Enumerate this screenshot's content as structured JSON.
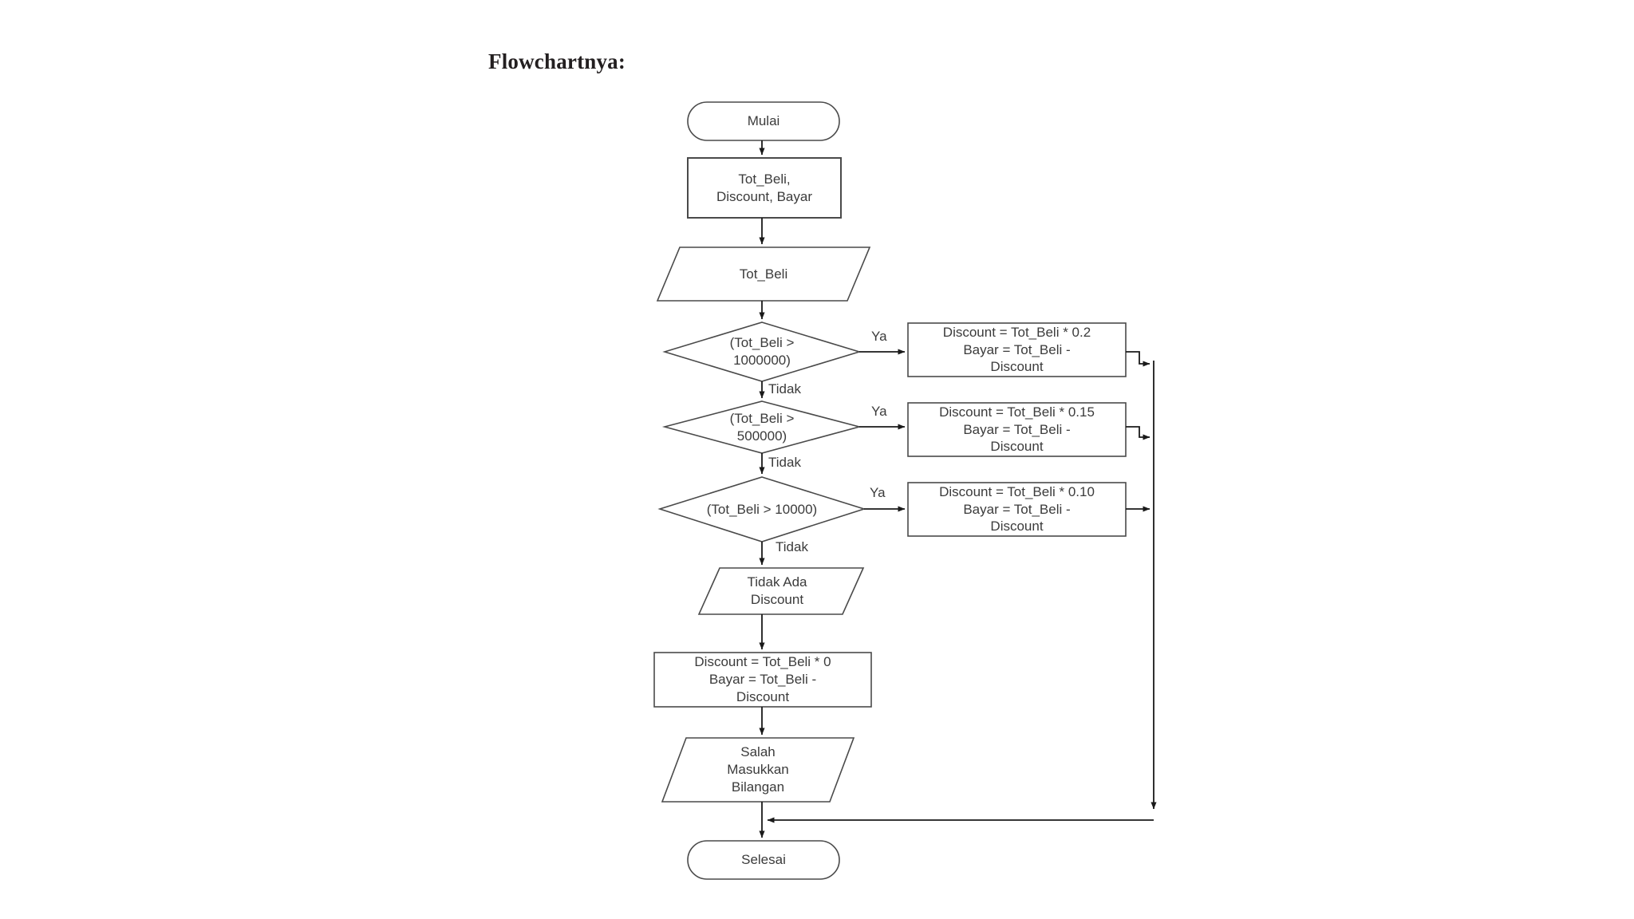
{
  "page": {
    "title": "Flowchartnya:",
    "background_color": "#ffffff",
    "stroke_color": "#4a4a4a",
    "text_color": "#3b3b3b"
  },
  "flowchart": {
    "nodes": {
      "start": {
        "shape": "terminator",
        "text": "Mulai"
      },
      "declare": {
        "shape": "process",
        "text": "Tot_Beli,\nDiscount, Bayar"
      },
      "input_totbeli": {
        "shape": "io-parallelogram",
        "text": "Tot_Beli"
      },
      "decision1": {
        "shape": "decision",
        "text": "(Tot_Beli >\n1000000)"
      },
      "decision2": {
        "shape": "decision",
        "text": "(Tot_Beli >\n500000)"
      },
      "decision3": {
        "shape": "decision",
        "text": "(Tot_Beli > 10000)"
      },
      "process1": {
        "shape": "process",
        "text": "Discount = Tot_Beli * 0.2\nBayar = Tot_Beli -\nDiscount"
      },
      "process2": {
        "shape": "process",
        "text": "Discount = Tot_Beli * 0.15\nBayar = Tot_Beli -\nDiscount"
      },
      "process3": {
        "shape": "process",
        "text": "Discount = Tot_Beli * 0.10\nBayar = Tot_Beli -\nDiscount"
      },
      "output_nodiscount": {
        "shape": "io-parallelogram",
        "text": "Tidak Ada\nDiscount"
      },
      "process_zero": {
        "shape": "process",
        "text": "Discount = Tot_Beli * 0\nBayar = Tot_Beli -\nDiscount"
      },
      "output_error": {
        "shape": "io-parallelogram",
        "text": "Salah\nMasukkan\nBilangan"
      },
      "end": {
        "shape": "terminator",
        "text": "Selesai"
      }
    },
    "edge_labels": {
      "yes1": "Ya",
      "no1": "Tidak",
      "yes2": "Ya",
      "no2": "Tidak",
      "yes3": "Ya",
      "no3": "Tidak"
    }
  }
}
